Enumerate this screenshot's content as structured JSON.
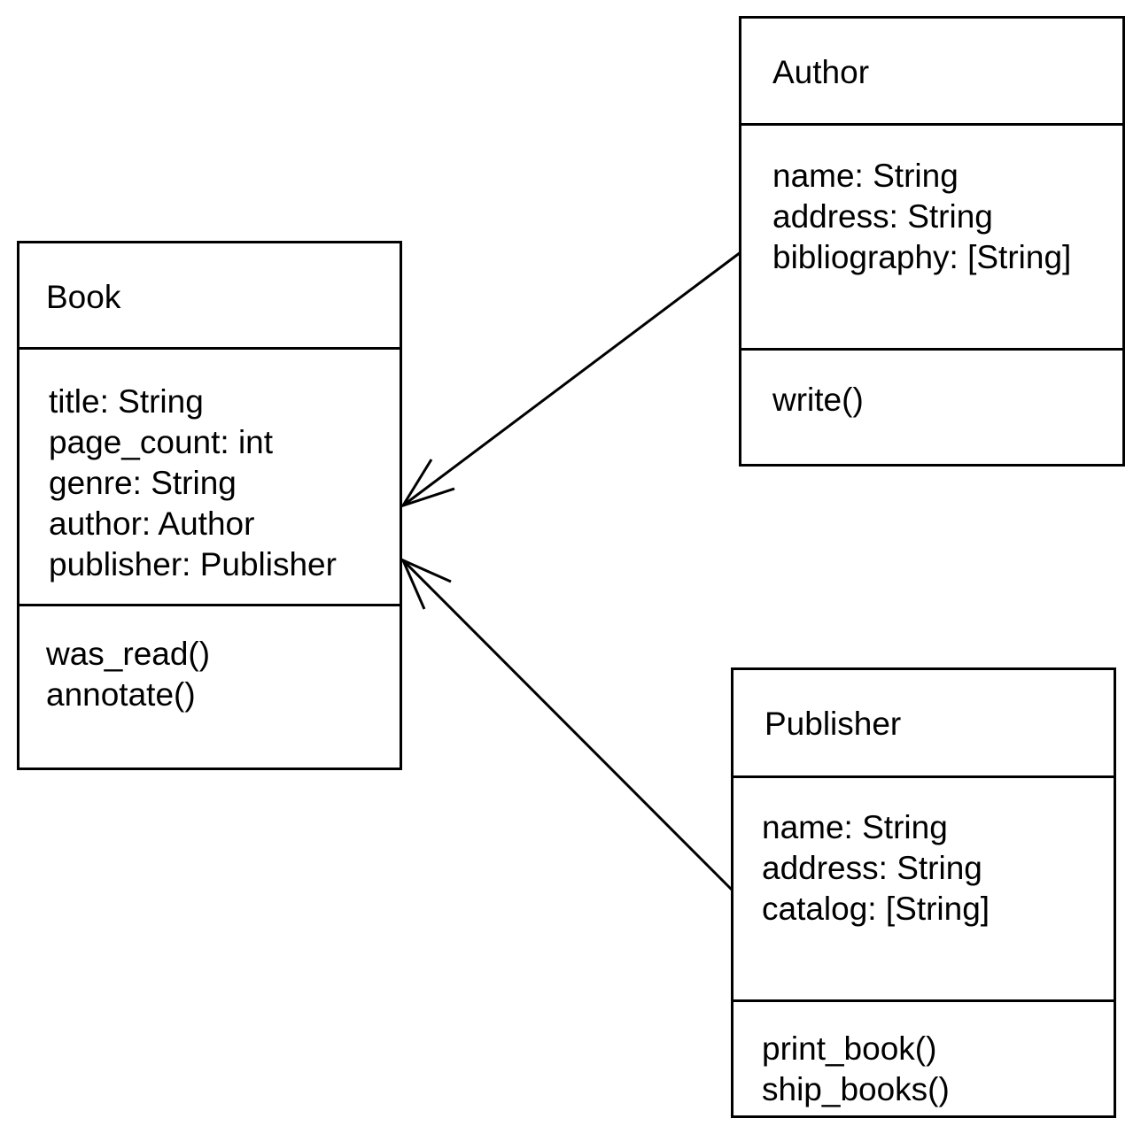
{
  "classes": {
    "book": {
      "name": "Book",
      "attributes": [
        "title: String",
        "page_count: int",
        "genre: String",
        "author: Author",
        "publisher: Publisher"
      ],
      "methods": [
        "was_read()",
        "annotate()"
      ]
    },
    "author": {
      "name": "Author",
      "attributes": [
        "name: String",
        "address: String",
        "bibliography: [String]"
      ],
      "methods": [
        "write()"
      ]
    },
    "publisher": {
      "name": "Publisher",
      "attributes": [
        "name: String",
        "address: String",
        "catalog: [String]"
      ],
      "methods": [
        "print_book()",
        "ship_books()"
      ]
    }
  },
  "relationships": [
    {
      "from": "Author",
      "to": "Book",
      "type": "association",
      "arrowhead": "open"
    },
    {
      "from": "Publisher",
      "to": "Book",
      "type": "association",
      "arrowhead": "open"
    }
  ],
  "colors": {
    "stroke": "#000000",
    "background": "#ffffff"
  }
}
